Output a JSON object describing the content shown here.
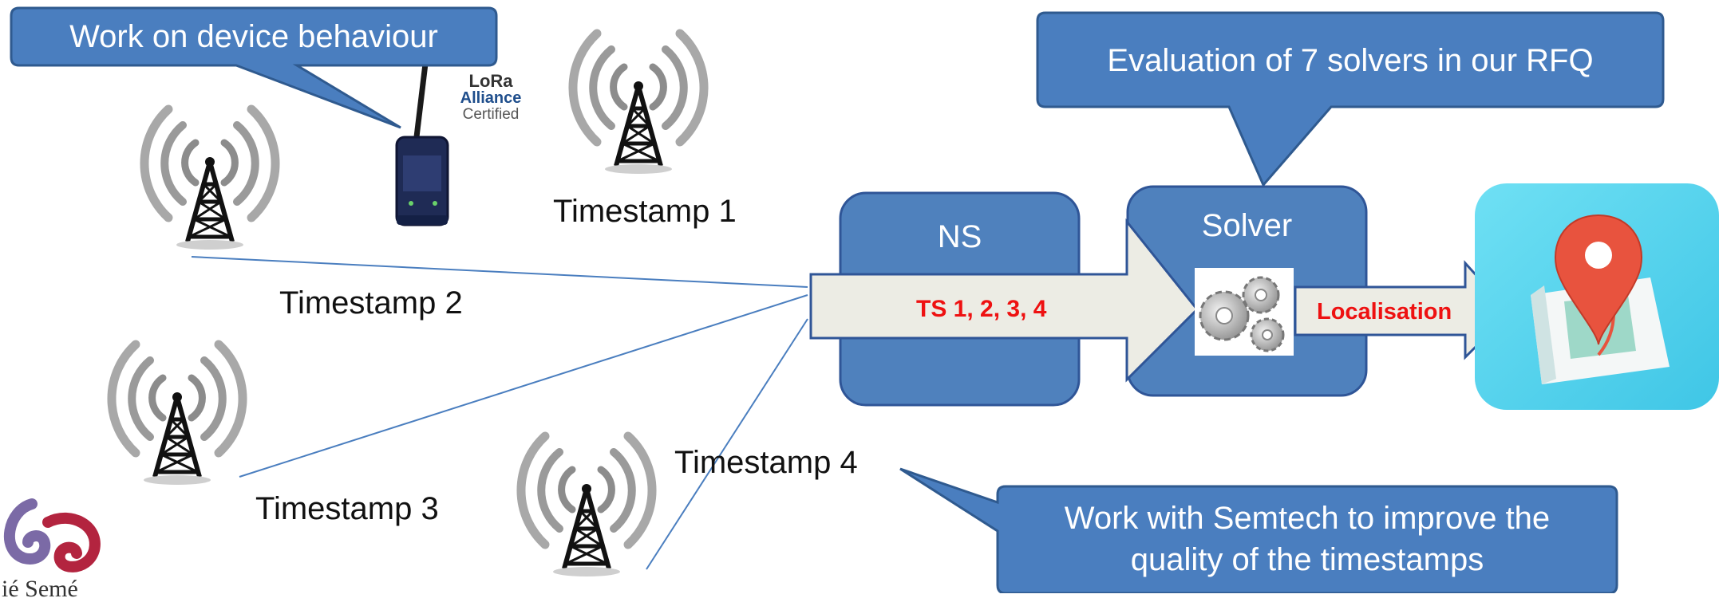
{
  "callouts": {
    "device_behaviour": "Work on device behaviour",
    "solvers": "Evaluation of 7 solvers in our RFQ",
    "semtech_line1": "Work with Semtech to improve the",
    "semtech_line2": "quality of the timestamps"
  },
  "timestamps": {
    "t1": "Timestamp 1",
    "t2": "Timestamp 2",
    "t3": "Timestamp 3",
    "t4": "Timestamp 4"
  },
  "boxes": {
    "ns": "NS",
    "solver": "Solver"
  },
  "arrows": {
    "ts_payload": "TS 1, 2, 3, 4",
    "localisation": "Localisation"
  },
  "device": {
    "logo_line1": "LoRa",
    "logo_line2": "Alliance",
    "logo_line3": "Certified"
  },
  "footer": {
    "partial_text": "ié Semé"
  },
  "colors": {
    "bubble_fill": "#4a7ebf",
    "bubble_border": "#2f5a8f",
    "box_fill": "#4f81bd",
    "arrow_fill": "#ecece4",
    "arrow_border": "#2f5597",
    "highlight_red": "#ee1111",
    "map_bg": "#5fd6ee",
    "pin_red": "#e8533e"
  }
}
